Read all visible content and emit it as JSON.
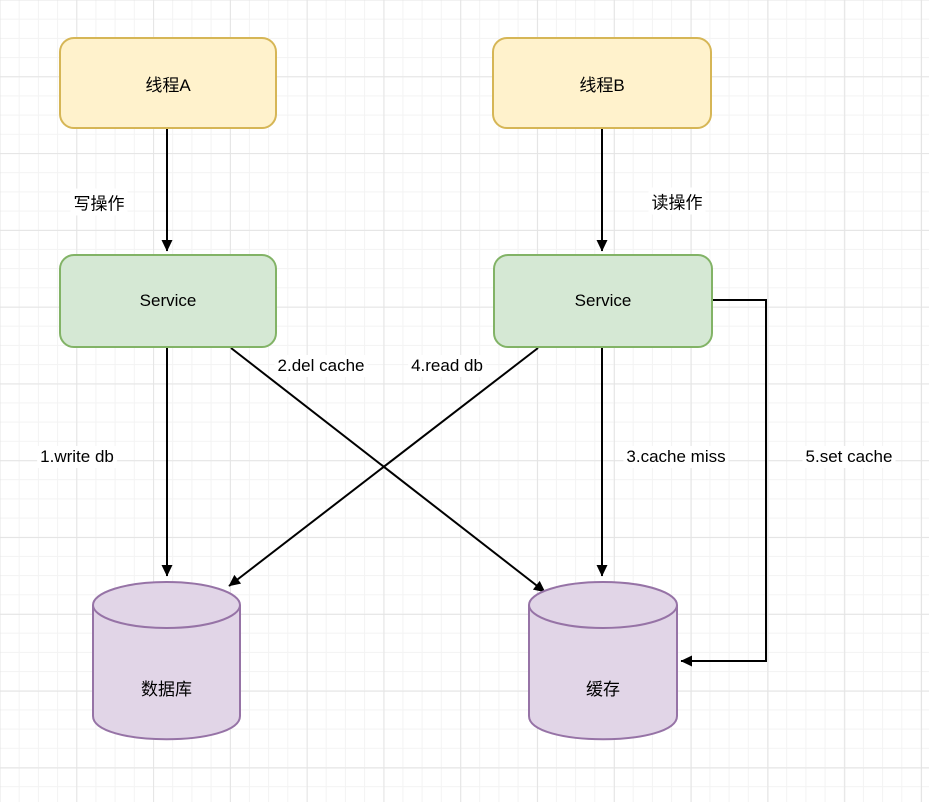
{
  "diagram": {
    "nodes": {
      "thread_a": {
        "label": "线程A"
      },
      "thread_b": {
        "label": "线程B"
      },
      "service_a": {
        "label": "Service"
      },
      "service_b": {
        "label": "Service"
      },
      "database": {
        "label": "数据库"
      },
      "cache": {
        "label": "缓存"
      }
    },
    "edge_labels": {
      "write_op": "写操作",
      "read_op": "读操作",
      "write_db": "1.write db",
      "del_cache": "2.del cache",
      "cache_miss": "3.cache miss",
      "read_db": "4.read db",
      "set_cache": "5.set cache"
    },
    "colors": {
      "yellow_fill": "#fff2cc",
      "yellow_border": "#d6b656",
      "green_fill": "#d5e8d4",
      "green_border": "#82b366",
      "purple_fill": "#e1d5e7",
      "purple_border": "#9673a6",
      "edge": "#000000"
    }
  }
}
